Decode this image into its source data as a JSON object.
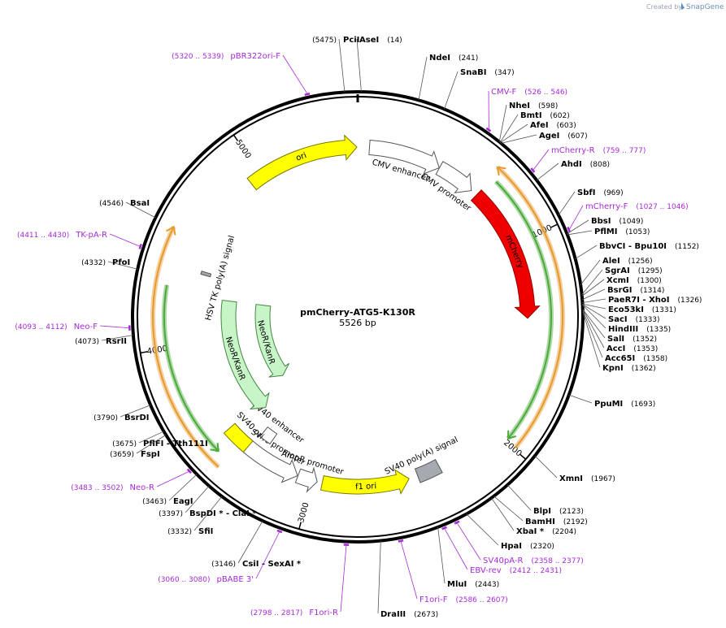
{
  "credit": {
    "text": "Created by",
    "brand": "SnapGene"
  },
  "plasmid": {
    "name": "pmCherry-ATG5-K130R",
    "length_label": "5526 bp",
    "length": 5526
  },
  "ticks": [
    {
      "pos": 1000,
      "label": "1000"
    },
    {
      "pos": 2000,
      "label": "2000"
    },
    {
      "pos": 3000,
      "label": "3000"
    },
    {
      "pos": 4000,
      "label": "4000"
    },
    {
      "pos": 5000,
      "label": "5000"
    }
  ],
  "features": [
    {
      "id": "cmv-enhancer",
      "label": "CMV enhancer",
      "start": 61,
      "end": 440,
      "fill": "#ffffff",
      "stroke": "#555555",
      "ring": "inner",
      "dir": 1
    },
    {
      "id": "cmv-promoter",
      "label": "CMV promoter",
      "start": 441,
      "end": 644,
      "fill": "#ffffff",
      "stroke": "#555555",
      "ring": "inner",
      "dir": 1
    },
    {
      "id": "mcherry",
      "label": "mCherry",
      "start": 679,
      "end": 1389,
      "fill": "#ee0000",
      "stroke": "#990000",
      "ring": "inner",
      "dir": 1
    },
    {
      "id": "sv40-polya",
      "label": "SV40 poly(A) signal",
      "start": 2325,
      "end": 2446,
      "fill": "#a4aaaf",
      "stroke": "#555555",
      "ring": "inner",
      "dir": 0
    },
    {
      "id": "f1-ori",
      "label": "f1 ori",
      "start": 2493,
      "end": 2948,
      "fill": "#ffff00",
      "stroke": "#777700",
      "ring": "inner",
      "dir": -1
    },
    {
      "id": "ampr-promoter",
      "label": "AmpR promoter",
      "start": 2975,
      "end": 3079,
      "fill": "#ffffff",
      "stroke": "#555555",
      "ring": "inner",
      "dir": -1
    },
    {
      "id": "sv40-promoter",
      "label": "SV40 promoter",
      "start": 3081,
      "end": 3410,
      "fill": "#ffffff",
      "stroke": "#555555",
      "ring": "inner",
      "dir": -1
    },
    {
      "id": "sv40-enhancer",
      "label": "SV40 enhancer",
      "start": 3294,
      "end": 3365,
      "fill": "#ffffff",
      "stroke": "#555555",
      "ring": "inner2",
      "dir": 0
    },
    {
      "id": "sv40-ori",
      "label": "SV40 ori",
      "start": 3380,
      "end": 3515,
      "fill": "#ffff00",
      "stroke": "#777700",
      "ring": "inner",
      "dir": 0
    },
    {
      "id": "neor-1",
      "label": "NeoR/KanR",
      "start": 3460,
      "end": 4252,
      "fill": "#c8f5c8",
      "stroke": "#448844",
      "ring": "outer",
      "dir": -1
    },
    {
      "id": "neor-2",
      "label": "NeoR/KanR",
      "start": 3560,
      "end": 4252,
      "fill": "#c8f5c8",
      "stroke": "#448844",
      "ring": "inner",
      "dir": -1
    },
    {
      "id": "hsv-tk",
      "label": "HSV TK poly(A) signal",
      "start": 4378,
      "end": 4395,
      "fill": "#a4aaaf",
      "stroke": "#555555",
      "ring": "inner",
      "dir": 0
    },
    {
      "id": "ori",
      "label": "ori",
      "start": 4934,
      "end": 5522,
      "fill": "#ffff00",
      "stroke": "#777700",
      "ring": "inner",
      "dir": 1
    }
  ],
  "arcs": [
    {
      "id": "orange-1",
      "start": 660,
      "end": 1990,
      "color": "#e69a2e",
      "dir": -1,
      "r": 252
    },
    {
      "id": "green-1",
      "start": 700,
      "end": 1980,
      "color": "#4caa3b",
      "dir": 1,
      "r": 238
    },
    {
      "id": "orange-2",
      "start": 3420,
      "end": 4545,
      "color": "#e69a2e",
      "dir": 1,
      "r": 252
    },
    {
      "id": "green-2",
      "start": 3470,
      "end": 4290,
      "color": "#4caa3b",
      "dir": -1,
      "r": 238
    }
  ],
  "sites": [
    {
      "name": "PciI",
      "pos_label": "(5475)",
      "pos": 5475
    },
    {
      "name": "AseI",
      "pos_label": "(14)",
      "pos": 14
    },
    {
      "name": "NdeI",
      "pos_label": "(241)",
      "pos": 241
    },
    {
      "name": "SnaBI",
      "pos_label": "(347)",
      "pos": 347
    },
    {
      "name": "NheI",
      "pos_label": "(598)",
      "pos": 598
    },
    {
      "name": "BmtI",
      "pos_label": "(602)",
      "pos": 602
    },
    {
      "name": "AfeI",
      "pos_label": "(603)",
      "pos": 603
    },
    {
      "name": "AgeI",
      "pos_label": "(607)",
      "pos": 607
    },
    {
      "name": "AhdI",
      "pos_label": "(808)",
      "pos": 808
    },
    {
      "name": "SbfI",
      "pos_label": "(969)",
      "pos": 969
    },
    {
      "name": "BbsI",
      "pos_label": "(1049)",
      "pos": 1049
    },
    {
      "name": "PflMI",
      "pos_label": "(1053)",
      "pos": 1053
    },
    {
      "name": "BbvCI - Bpu10I",
      "pos_label": "(1152)",
      "pos": 1152
    },
    {
      "name": "AleI",
      "pos_label": "(1256)",
      "pos": 1256
    },
    {
      "name": "SgrAI",
      "pos_label": "(1295)",
      "pos": 1295
    },
    {
      "name": "XcmI",
      "pos_label": "(1300)",
      "pos": 1300
    },
    {
      "name": "BsrGI",
      "pos_label": "(1314)",
      "pos": 1314
    },
    {
      "name": "PaeR7I - XhoI",
      "pos_label": "(1326)",
      "pos": 1326
    },
    {
      "name": "Eco53kI",
      "pos_label": "(1331)",
      "pos": 1331
    },
    {
      "name": "SacI",
      "pos_label": "(1333)",
      "pos": 1333
    },
    {
      "name": "HindIII",
      "pos_label": "(1335)",
      "pos": 1335
    },
    {
      "name": "SalI",
      "pos_label": "(1352)",
      "pos": 1352
    },
    {
      "name": "AccI",
      "pos_label": "(1353)",
      "pos": 1353
    },
    {
      "name": "Acc65I",
      "pos_label": "(1358)",
      "pos": 1358
    },
    {
      "name": "KpnI",
      "pos_label": "(1362)",
      "pos": 1362
    },
    {
      "name": "PpuMI",
      "pos_label": "(1693)",
      "pos": 1693
    },
    {
      "name": "XmnI",
      "pos_label": "(1967)",
      "pos": 1967
    },
    {
      "name": "BlpI",
      "pos_label": "(2123)",
      "pos": 2123
    },
    {
      "name": "BamHI",
      "pos_label": "(2192)",
      "pos": 2192
    },
    {
      "name": "XbaI *",
      "pos_label": "(2204)",
      "pos": 2204
    },
    {
      "name": "HpaI",
      "pos_label": "(2320)",
      "pos": 2320
    },
    {
      "name": "MluI",
      "pos_label": "(2443)",
      "pos": 2443
    },
    {
      "name": "DraIII",
      "pos_label": "(2673)",
      "pos": 2673
    },
    {
      "name": "CsiI - SexAI *",
      "pos_label": "(3146)",
      "pos": 3146
    },
    {
      "name": "SfiI",
      "pos_label": "(3332)",
      "pos": 3332
    },
    {
      "name": "BspDI * - ClaI *",
      "pos_label": "(3397)",
      "pos": 3397
    },
    {
      "name": "EagI",
      "pos_label": "(3463)",
      "pos": 3463
    },
    {
      "name": "PflFI - Tth111I",
      "pos_label": "(3675)",
      "pos": 3675
    },
    {
      "name": "FspI",
      "pos_label": "(3659)",
      "pos": 3659
    },
    {
      "name": "BsrDI",
      "pos_label": "(3790)",
      "pos": 3790
    },
    {
      "name": "RsrII",
      "pos_label": "(4073)",
      "pos": 4073
    },
    {
      "name": "PfoI",
      "pos_label": "(4332)",
      "pos": 4332
    },
    {
      "name": "BsaI",
      "pos_label": "(4546)",
      "pos": 4546
    }
  ],
  "primers": [
    {
      "name": "pBR322ori-F",
      "range": "(5320 .. 5339)",
      "pos": 5330
    },
    {
      "name": "CMV-F",
      "range": "(526 .. 546)",
      "pos": 536
    },
    {
      "name": "mCherry-R",
      "range": "(759 .. 777)",
      "pos": 768
    },
    {
      "name": "mCherry-F",
      "range": "(1027 .. 1046)",
      "pos": 1036
    },
    {
      "name": "SV40pA-R",
      "range": "(2358 .. 2377)",
      "pos": 2368
    },
    {
      "name": "EBV-rev",
      "range": "(2412 .. 2431)",
      "pos": 2421
    },
    {
      "name": "F1ori-F",
      "range": "(2586 .. 2607)",
      "pos": 2596
    },
    {
      "name": "F1ori-R",
      "range": "(2798 .. 2817)",
      "pos": 2807
    },
    {
      "name": "pBABE 3'",
      "range": "(3060 .. 3080)",
      "pos": 3070
    },
    {
      "name": "Neo-R",
      "range": "(3483 .. 3502)",
      "pos": 3492
    },
    {
      "name": "Neo-F",
      "range": "(4093 .. 4112)",
      "pos": 4102
    },
    {
      "name": "TK-pA-R",
      "range": "(4411 .. 4430)",
      "pos": 4420
    }
  ]
}
